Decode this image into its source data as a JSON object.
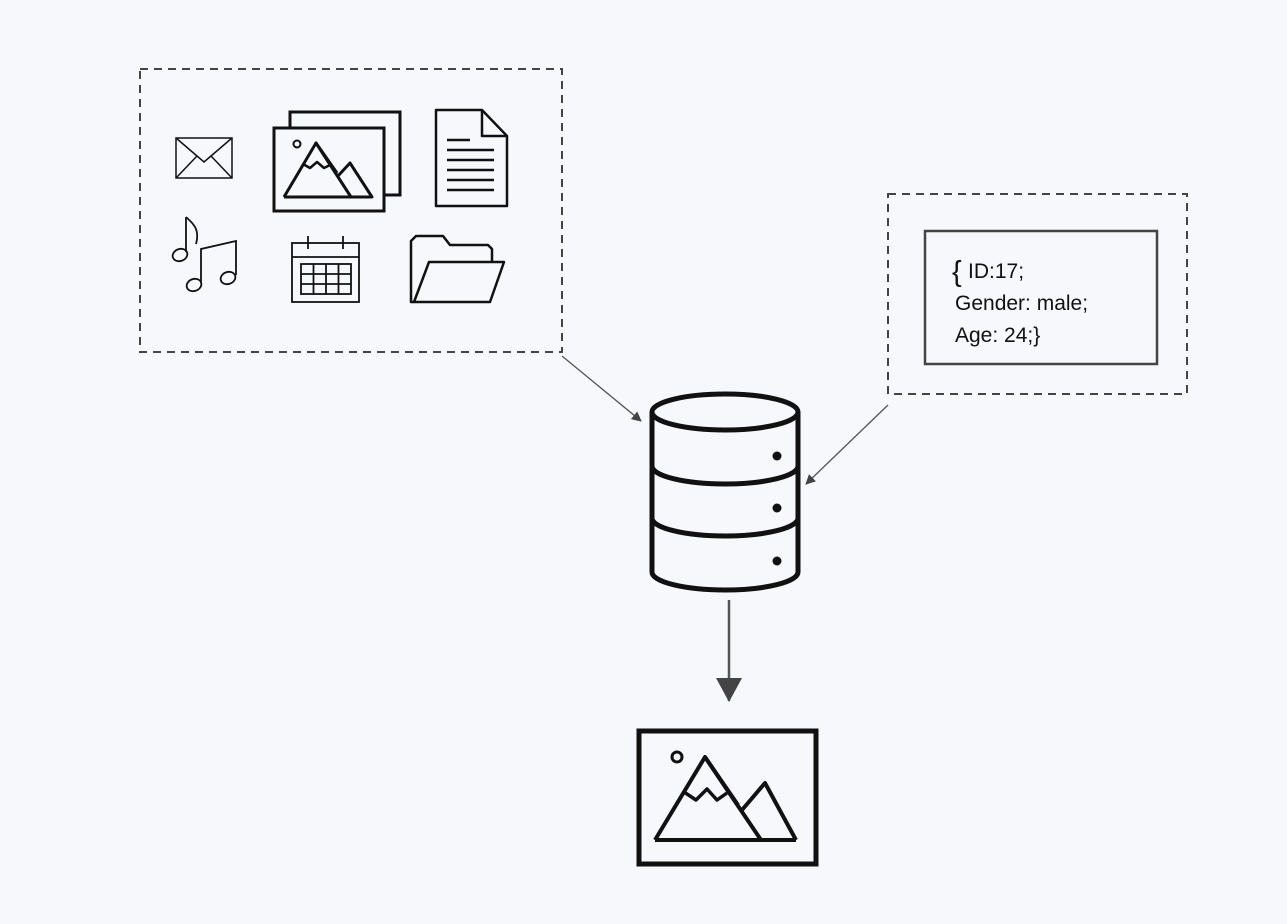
{
  "colors": {
    "background": "#f7f8fc",
    "stroke": "#111111",
    "connector": "#555555",
    "dashed_border": "#444444"
  },
  "nodes": {
    "unstructured_sources": {
      "icons": [
        "envelope-icon",
        "image-stack-icon",
        "document-icon",
        "music-notes-icon",
        "calendar-icon",
        "folder-icon"
      ]
    },
    "structured_record": {
      "brace_open": "{",
      "line1": "ID:17;",
      "line2": "Gender: male;",
      "line3": "Age: 24;}"
    },
    "database": {
      "icon": "database-icon"
    },
    "output": {
      "icon": "image-icon"
    }
  },
  "edges": [
    {
      "from": "unstructured_sources",
      "to": "database"
    },
    {
      "from": "structured_record",
      "to": "database"
    },
    {
      "from": "database",
      "to": "output"
    }
  ]
}
